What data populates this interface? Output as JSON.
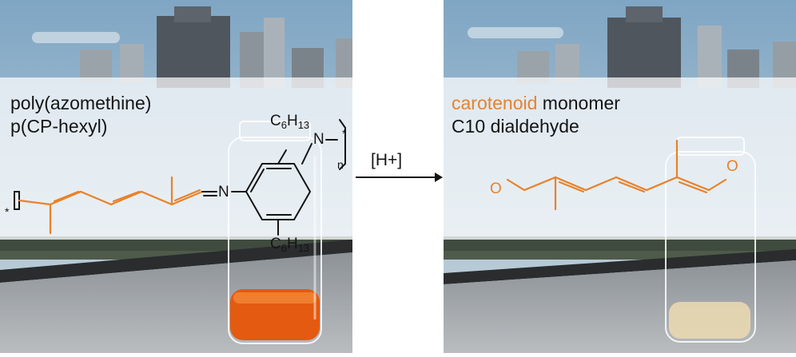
{
  "left": {
    "line1": "poly(azomethine)",
    "line2": "p(CP-hexyl)",
    "hexyl_top": {
      "c": "C",
      "c_sub": "6",
      "h": "H",
      "h_sub": "13"
    },
    "hexyl_bottom": {
      "c": "C",
      "c_sub": "6",
      "h": "H",
      "h_sub": "13"
    },
    "n_atom_ring": "N",
    "n_atom_imine": "N",
    "repeat_n": "n",
    "star_left": "*",
    "star_right": "*"
  },
  "arrow": {
    "label": "[H+]"
  },
  "right": {
    "line1_highlight": "carotenoid",
    "line1_rest": " monomer",
    "line2": "C10 dialdehyde",
    "o_left": "O",
    "o_right": "O"
  },
  "colors": {
    "accent_orange": "#e8822a",
    "ink": "#141414",
    "solution_orange": "#e35a10",
    "solution_pale": "#e9d8b0"
  }
}
